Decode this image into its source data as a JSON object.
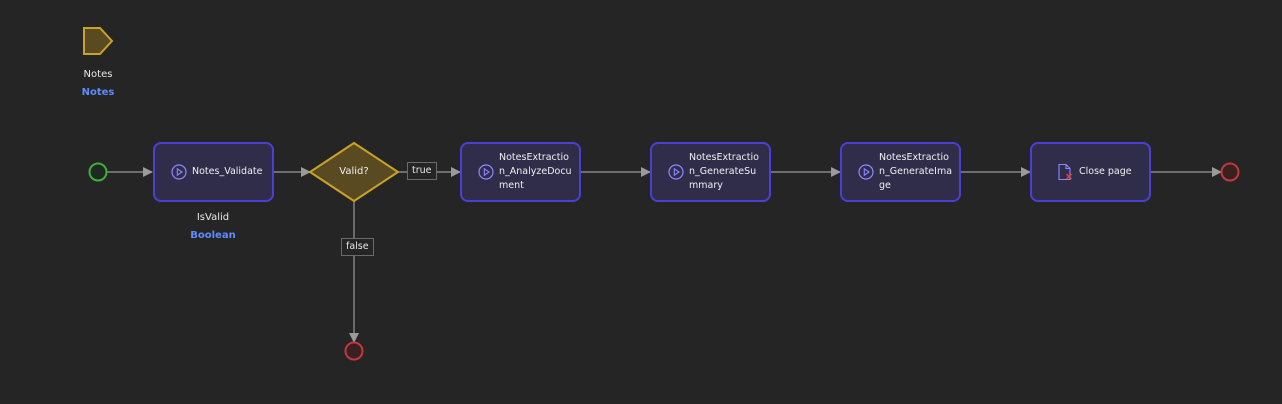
{
  "parameter": {
    "name": "Notes",
    "type": "Notes"
  },
  "activities": [
    {
      "label": "Notes_Validate"
    },
    {
      "label": "NotesExtraction_AnalyzeDocument"
    },
    {
      "label": "NotesExtraction_GenerateSummary"
    },
    {
      "label": "NotesExtraction_GenerateImage"
    },
    {
      "label": "Close page"
    }
  ],
  "output_variable": {
    "name": "IsValid",
    "type": "Boolean"
  },
  "decision": {
    "label": "Valid?"
  },
  "edges": {
    "true_label": "true",
    "false_label": "false"
  },
  "colors": {
    "background": "#252525",
    "activity_fill": "#2f2d4a",
    "activity_border": "#4c3fd6",
    "decision_fill": "#5a4a22",
    "decision_border": "#c9a227",
    "start_event": "#3fae3f",
    "end_event": "#c0393b",
    "type_text": "#5f8bff",
    "connector": "#9a9a9a"
  }
}
